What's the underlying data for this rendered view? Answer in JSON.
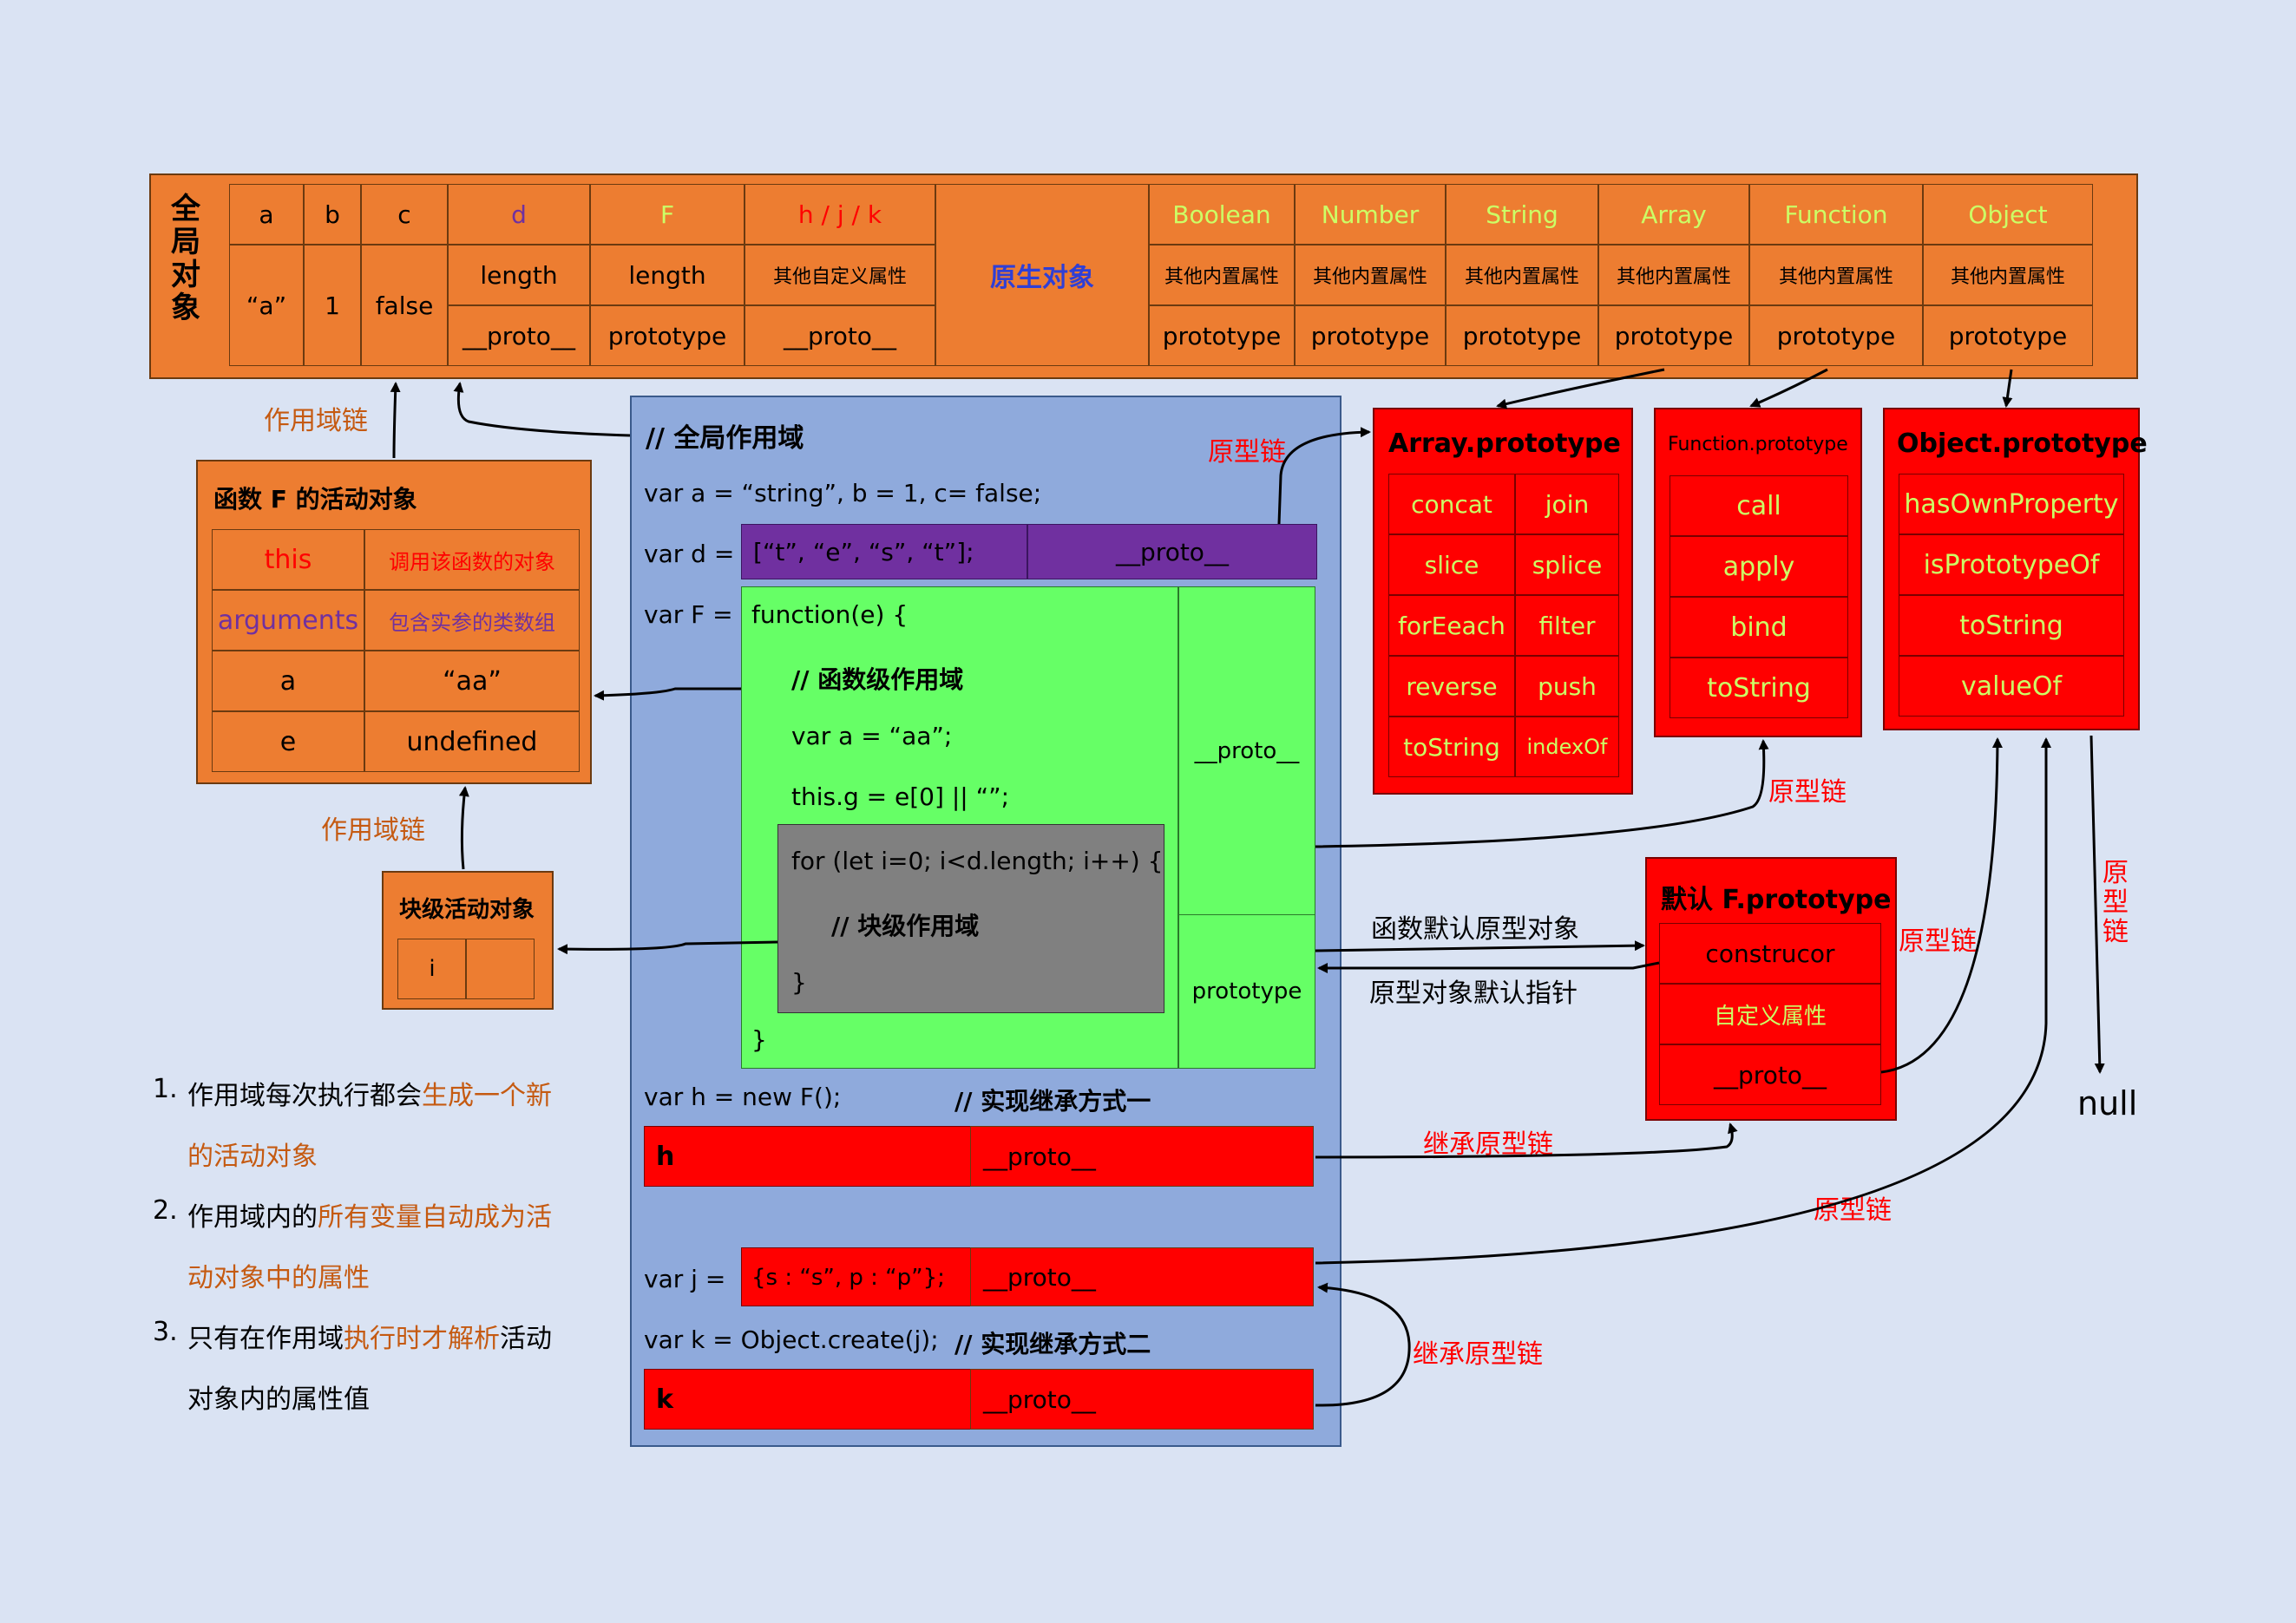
{
  "colors": {
    "background": "#dae3f3",
    "orange": "#ed7d31",
    "red": "#ff0000",
    "green": "#66ff66",
    "purple": "#7030a0",
    "blue_scope": "#8faadc",
    "gray": "#808080",
    "label_orange": "#c55a11",
    "label_red": "#ff0000",
    "yellow_green": "#ccff66",
    "blue_text": "#2f3fd6"
  },
  "global_object": {
    "side_label": "全局对象",
    "headers": [
      "a",
      "b",
      "c",
      "d",
      "F",
      "h / j / k",
      "原生对象",
      "Boolean",
      "Number",
      "String",
      "Array",
      "Function",
      "Object"
    ],
    "values_a_b_c": [
      "“a”",
      "1",
      "false"
    ],
    "d_rows": [
      "length",
      "__proto__"
    ],
    "F_rows": [
      "length",
      "prototype"
    ],
    "hjk_rows": [
      "其他自定义属性",
      "__proto__"
    ],
    "builtin_rows": [
      "其他内置属性",
      "prototype"
    ]
  },
  "scope_chain_label": "作用域链",
  "proto_chain_label": "原型链",
  "activation_F": {
    "title": "函数 F 的活动对象",
    "rows": [
      {
        "k": "this",
        "v": "调用该函数的对象"
      },
      {
        "k": "arguments",
        "v": "包含实参的类数组"
      },
      {
        "k": "a",
        "v": "“aa”"
      },
      {
        "k": "e",
        "v": "undefined"
      }
    ]
  },
  "block_activation": {
    "title": "块级活动对象",
    "var": "i"
  },
  "notes": [
    {
      "n": "1.",
      "pre": "作用域每次执行都会",
      "hl": "生成一个新",
      "line2_hl": "的活动对象",
      "line2": ""
    },
    {
      "n": "2.",
      "pre": "作用域内的",
      "hl": "所有变量自动成为活",
      "line2_hl": "动对象中的属性",
      "line2": ""
    },
    {
      "n": "3.",
      "pre": "只有在作用域",
      "hl": "执行时才解析",
      "post": "活动",
      "line2_hl": "",
      "line2": "对象内的属性值"
    }
  ],
  "global_scope": {
    "comment": "//  全局作用域",
    "line1": "var a = “string”, b = 1, c= false;",
    "d_label": "var d =",
    "d_value": "[“t”, “e”, “s”, “t”];",
    "proto": "__proto__",
    "F_label": "var F =",
    "F_code": [
      "function(e) {",
      "// 函数级作用域",
      "var a = “aa”;",
      "this.g = e[0] || “”;"
    ],
    "for_code": [
      "for (let i=0; i<d.length; i++) {",
      "// 块级作用域",
      "}"
    ],
    "F_close": "}",
    "prototype": "prototype",
    "h_line": "var h = new F();",
    "h_comment": "// 实现继承方式一",
    "h_name": "h",
    "j_label": "var j =",
    "j_value": "{s : “s”, p : “p”};",
    "k_line": "var k = Object.create(j);",
    "k_comment": "// 实现继承方式二",
    "k_name": "k"
  },
  "array_proto": {
    "title": "Array.prototype",
    "methods": [
      [
        "concat",
        "join"
      ],
      [
        "slice",
        "splice"
      ],
      [
        "forEeach",
        "filter"
      ],
      [
        "reverse",
        "push"
      ],
      [
        "toString",
        "indexOf"
      ]
    ]
  },
  "function_proto": {
    "title": "Function.prototype",
    "methods": [
      "call",
      "apply",
      "bind",
      "toString"
    ]
  },
  "object_proto": {
    "title": "Object.prototype",
    "methods": [
      "hasOwnProperty",
      "isPrototypeOf",
      "toString",
      "valueOf"
    ]
  },
  "F_proto": {
    "title": "默认 F.prototype",
    "rows": [
      "construcor",
      "自定义属性",
      "__proto__"
    ]
  },
  "edge_labels": {
    "default_proto": "函数默认原型对象",
    "default_pointer": "原型对象默认指针",
    "inherit_chain": "继承原型链",
    "proto_chain": "原型链",
    "proto_chain_vertical": "原\n型\n链"
  },
  "null_label": "null"
}
